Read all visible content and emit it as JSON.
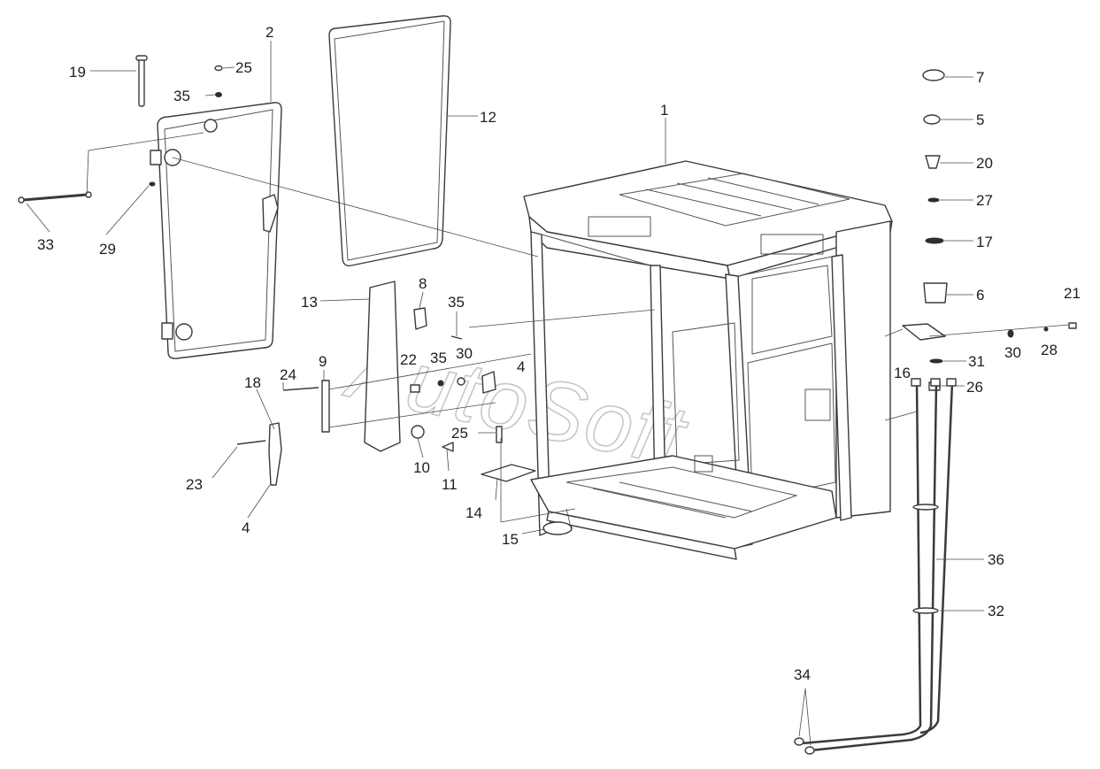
{
  "watermark": "AutoSoft",
  "labels": {
    "l1": "1",
    "l2": "2",
    "l4a": "4",
    "l4b": "4",
    "l5": "5",
    "l6": "6",
    "l7": "7",
    "l8": "8",
    "l9": "9",
    "l10": "10",
    "l11": "11",
    "l12": "12",
    "l13": "13",
    "l14": "14",
    "l15": "15",
    "l16": "16",
    "l17": "17",
    "l18": "18",
    "l19": "19",
    "l20": "20",
    "l21": "21",
    "l22": "22",
    "l23": "23",
    "l24": "24",
    "l25a": "25",
    "l25b": "25",
    "l26": "26",
    "l27": "27",
    "l28": "28",
    "l29": "29",
    "l30a": "30",
    "l30b": "30",
    "l31": "31",
    "l32": "32",
    "l33": "33",
    "l34": "34",
    "l35a": "35",
    "l35b": "35",
    "l35c": "35",
    "l36": "36"
  }
}
